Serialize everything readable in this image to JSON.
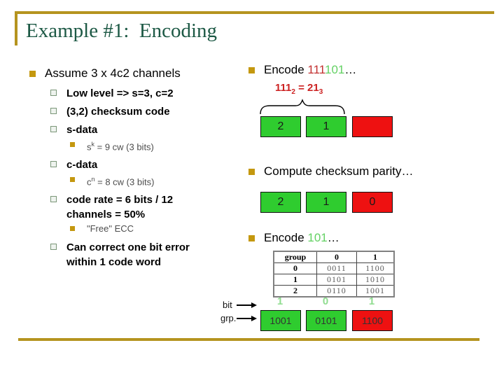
{
  "slide": {
    "title": "Example #1:  Encoding"
  },
  "left": {
    "heading": "Assume 3 x 4c2 channels",
    "low_level": "Low level => s=3, c=2",
    "checksum_code": "(3,2) checksum code",
    "s_data": "s-data",
    "s_note_base": "s",
    "s_note_sup": "k",
    "s_note_rest": " = 9 cw (3 bits)",
    "c_data": "c-data",
    "c_note_base": "c",
    "c_note_sup": "n",
    "c_note_rest": " = 8 cw (3 bits)",
    "code_rate": "code rate = 6 bits / 12 channels = 50%",
    "free_ecc": "\"Free\" ECC",
    "can_correct": "Can correct one bit error within 1 code word"
  },
  "right": {
    "encode1_prefix": "Encode ",
    "encode1_red": "111",
    "encode1_green": "101",
    "encode1_suffix": "…",
    "conversion_base": "111",
    "conversion_sub1": "2",
    "conversion_mid": " = 21",
    "conversion_sub2": "3",
    "row1": [
      "2",
      "1",
      ""
    ],
    "compute_label": "Compute checksum parity…",
    "row2": [
      "2",
      "1",
      "0"
    ],
    "encode2_prefix": "Encode ",
    "encode2_green": "101",
    "encode2_suffix": "…",
    "table": {
      "headers": [
        "group",
        "0",
        "1"
      ],
      "rows": [
        [
          "0",
          "0011",
          "1100"
        ],
        [
          "1",
          "0101",
          "1010"
        ],
        [
          "2",
          "0110",
          "1001"
        ]
      ]
    },
    "bit_label": "bit",
    "grp_label": "grp.",
    "bit_digits": [
      "1",
      "0",
      "1"
    ],
    "row3": [
      "1001",
      "0101",
      "1100"
    ]
  },
  "colors": {
    "gold_line": "#B5941F",
    "gold_bullet": "#C4980F",
    "title_green": "#1D5945",
    "box_green": "#2FCC2F",
    "box_red": "#EE1111",
    "conversion_red": "#CC2222",
    "encode_red": "#C23030",
    "encode_green": "#63D163",
    "pale_green_digits": "#8FDC8F",
    "gray_note_text": "#4D4D4D",
    "table_data_gray": "#5A5A5A"
  }
}
